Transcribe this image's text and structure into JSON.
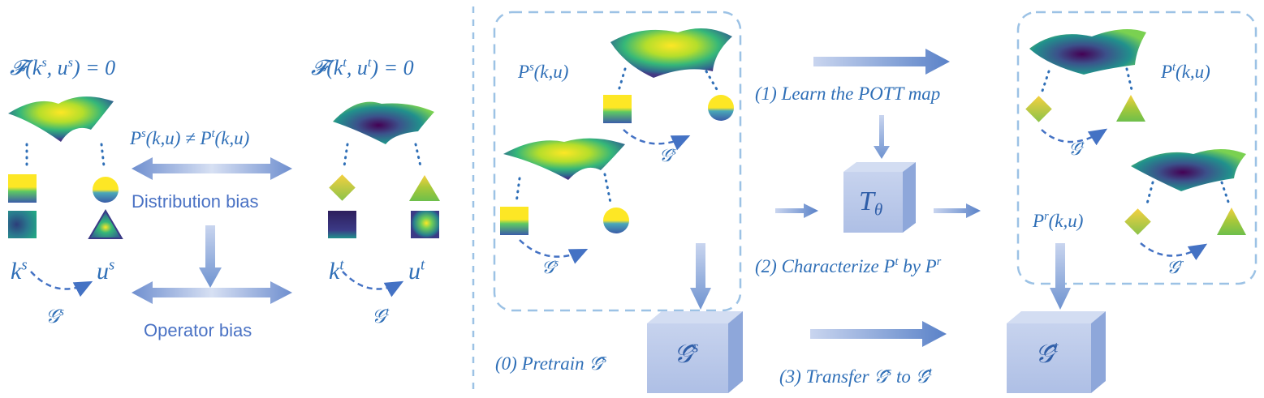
{
  "left": {
    "eq_source": "𝓕(k^s, u^s) = 0",
    "eq_target": "𝓕(k^t, u^t) = 0",
    "ineq": "P^s(k,u) ≠ P^t(k,u)",
    "distribution_bias": "Distribution bias",
    "operator_bias": "Operator bias",
    "ks": "k^s",
    "us": "u^s",
    "gs": "𝒢^s",
    "kt": "k^t",
    "ut": "u^t",
    "gt": "𝒢^t"
  },
  "right": {
    "ps": "P^s(k,u)",
    "gs_top": "𝒢^s",
    "gs_bottom": "𝒢^s",
    "step1": "(1) Learn the POTT map",
    "step2": "(2) Characterize P^t by P^r",
    "step0": "(0) Pretrain 𝒢̂^s",
    "step3": "(3) Transfer 𝒢̂^s to 𝒢̂^t",
    "t_theta": "T_θ",
    "box_gs": "𝒢̂^s",
    "box_gt": "𝒢̂^t",
    "pt": "P^t(k,u)",
    "gt": "𝒢^t",
    "pr": "P^r(k,u)",
    "gr": "𝒢^r"
  },
  "colors": {
    "text": "#2f6fb7",
    "arrow": "#5a82c8",
    "dashed_frame": "#9cc2e5",
    "box": "#b4c6e7",
    "yellow": "#fde725",
    "blue": "#31688e",
    "purple": "#440154",
    "green": "#7ac943"
  }
}
